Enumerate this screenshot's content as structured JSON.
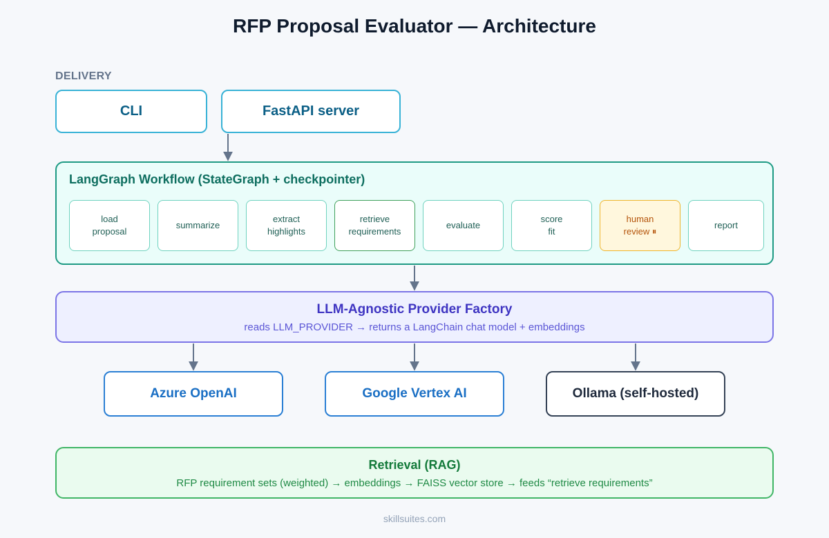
{
  "title": "RFP Proposal Evaluator — Architecture",
  "delivery": {
    "label": "DELIVERY",
    "cli": "CLI",
    "fastapi": "FastAPI server"
  },
  "workflow": {
    "title": "LangGraph Workflow (StateGraph + checkpointer)",
    "steps": [
      "load\nproposal",
      "summarize",
      "extract\nhighlights",
      "retrieve\nrequirements",
      "evaluate",
      "score\nfit",
      "human\nreview ⏸",
      "report"
    ]
  },
  "factory": {
    "title": "LLM-Agnostic Provider Factory",
    "subtitle": "reads LLM_PROVIDER → returns a LangChain chat model + embeddings"
  },
  "providers": {
    "azure": "Azure OpenAI",
    "vertex": "Google Vertex AI",
    "ollama": "Ollama (self-hosted)"
  },
  "rag": {
    "title": "Retrieval (RAG)",
    "subtitle": "RFP requirement sets (weighted) → embeddings → FAISS vector store → feeds “retrieve requirements”"
  },
  "footer": "skillsuites.com",
  "colors": {
    "arrow": "#64748b",
    "delivery": "#38b2d6",
    "workflow": "#1d9a83",
    "factory": "#7b74e6",
    "provider": "#2a7fd4",
    "rag": "#3fb565",
    "human_review": "#f0b429"
  }
}
